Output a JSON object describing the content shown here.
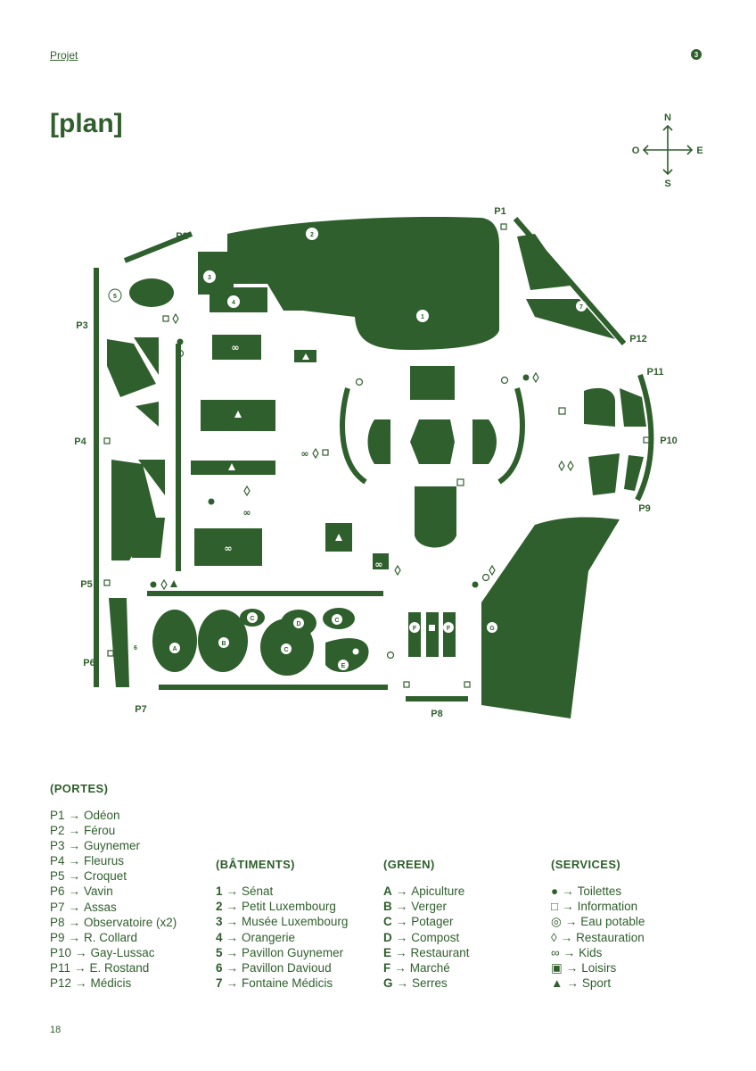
{
  "header": {
    "section_link": "Projet",
    "chapter_number": "3"
  },
  "page_title": "[plan]",
  "compass": {
    "north": "N",
    "south": "S",
    "east": "E",
    "west": "O"
  },
  "map": {
    "gates": [
      "P1",
      "P2",
      "P3",
      "P4",
      "P5",
      "P6",
      "P7",
      "P8",
      "P9",
      "P10",
      "P11",
      "P12"
    ],
    "buildings": [
      "1",
      "2",
      "3",
      "4",
      "5",
      "6",
      "7"
    ],
    "green": [
      "A",
      "B",
      "C",
      "C",
      "C",
      "D",
      "E",
      "F",
      "F",
      "G"
    ]
  },
  "legend": {
    "portes": {
      "heading": "(PORTES)",
      "items": [
        {
          "code": "P1",
          "label": "Odéon"
        },
        {
          "code": "P2",
          "label": "Férou"
        },
        {
          "code": "P3",
          "label": "Guynemer"
        },
        {
          "code": "P4",
          "label": "Fleurus"
        },
        {
          "code": "P5",
          "label": "Croquet"
        },
        {
          "code": "P6",
          "label": "Vavin"
        },
        {
          "code": "P7",
          "label": "Assas"
        },
        {
          "code": "P8",
          "label": "Observatoire (x2)"
        },
        {
          "code": "P9",
          "label": "R. Collard"
        },
        {
          "code": "P10",
          "label": "Gay-Lussac"
        },
        {
          "code": "P11",
          "label": "E. Rostand"
        },
        {
          "code": "P12",
          "label": "Médicis"
        }
      ]
    },
    "batiments": {
      "heading": "(BÂTIMENTS)",
      "items": [
        {
          "code": "1",
          "label": "Sénat"
        },
        {
          "code": "2",
          "label": "Petit Luxembourg"
        },
        {
          "code": "3",
          "label": "Musée Luxembourg"
        },
        {
          "code": "4",
          "label": "Orangerie"
        },
        {
          "code": "5",
          "label": "Pavillon Guynemer"
        },
        {
          "code": "6",
          "label": "Pavillon Davioud"
        },
        {
          "code": "7",
          "label": "Fontaine Médicis"
        }
      ]
    },
    "green": {
      "heading": "(GREEN)",
      "items": [
        {
          "code": "A",
          "label": "Apiculture"
        },
        {
          "code": "B",
          "label": "Verger"
        },
        {
          "code": "C",
          "label": "Potager"
        },
        {
          "code": "D",
          "label": "Compost"
        },
        {
          "code": "E",
          "label": "Restaurant"
        },
        {
          "code": "F",
          "label": "Marché"
        },
        {
          "code": "G",
          "label": "Serres"
        }
      ]
    },
    "services": {
      "heading": "(SERVICES)",
      "items": [
        {
          "symbol": "●",
          "label": "Toilettes"
        },
        {
          "symbol": "□",
          "label": "Information"
        },
        {
          "symbol": "◎",
          "label": "Eau potable"
        },
        {
          "symbol": "◊",
          "label": "Restauration"
        },
        {
          "symbol": "∞",
          "label": "Kids"
        },
        {
          "symbol": "▣",
          "label": "Loisirs"
        },
        {
          "symbol": "▲",
          "label": "Sport"
        }
      ]
    }
  },
  "arrow": "→",
  "page_number": "18",
  "colors": {
    "accent": "#2f5f2c",
    "background": "#ffffff"
  }
}
